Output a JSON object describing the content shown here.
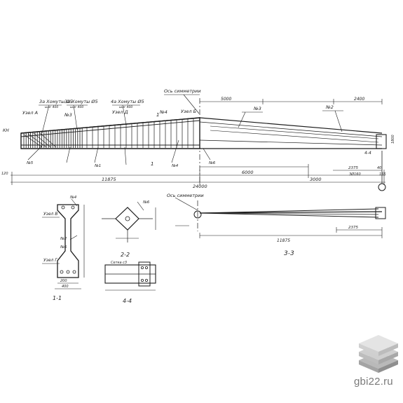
{
  "drawing": {
    "main": {
      "axis_label": "Ось симметрии",
      "uzel_a": "Узел А",
      "uzel_b": "Узел Б",
      "uzel_d": "Узел Д",
      "uzel_v": "Узел В",
      "uzel_g": "Узел Г",
      "callout_hom1": "3а Хомуты Ø5",
      "callout_hom2": "3а Хомуты Ø5",
      "callout_hom3": "4а Хомуты Ø5",
      "callout_sub": "шаг 400",
      "kh": "КН",
      "marks": {
        "n3": "№3",
        "n4": "№4",
        "n6": "№6",
        "n2": "№2",
        "n1": "№1",
        "n5": "№5"
      },
      "section_11": "1",
      "section_44": "4-4",
      "dims": {
        "d11875": "11875",
        "d24000": "24000",
        "d6000": "6000",
        "d3000": "3000",
        "d5000": "5000",
        "d2400": "2400",
        "d2375": "2375",
        "d3w": "3Ø160",
        "d1800": "1800",
        "d120": "120",
        "d165": "165",
        "d40": "40"
      }
    },
    "sec11": {
      "label": "1-1",
      "d400": "400",
      "d200": "200"
    },
    "sec22": {
      "label": "2-2",
      "note": "Сетка с3"
    },
    "sec44": {
      "label": "4-4"
    },
    "sec33": {
      "label": "3-3",
      "axis_label": "Ось симметрии",
      "d11875": "11875",
      "d2375": "2375"
    }
  },
  "watermark": {
    "text": "gbi22.ru"
  },
  "colors": {
    "ink": "#1c1c1c",
    "logo_top": "#e4e4e4",
    "logo_mid": "#cfcfcf",
    "logo_bot": "#b9b9b9"
  }
}
